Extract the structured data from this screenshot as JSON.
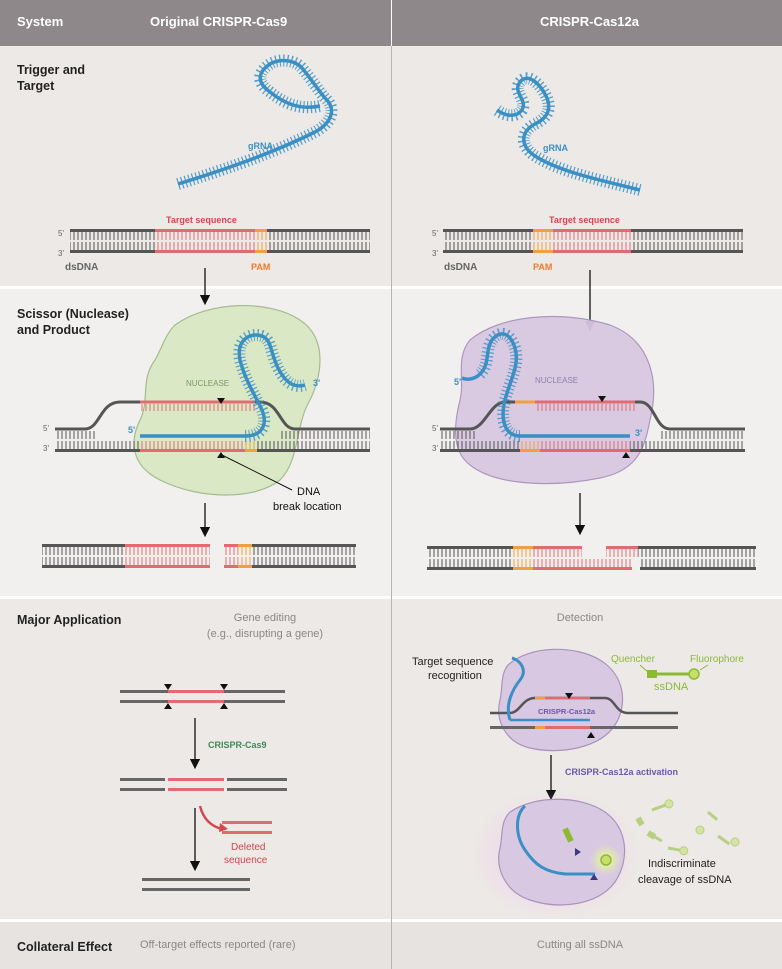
{
  "header": {
    "system": "System",
    "col1": "Original CRISPR-Cas9",
    "col2": "CRISPR-Cas12a"
  },
  "rows": {
    "trigger": "Trigger and Target",
    "scissor": "Scissor (Nuclease) and Product",
    "application": "Major Application",
    "collateral": "Collateral Effect"
  },
  "left": {
    "grna": "gRNA",
    "target_sequence": "Target sequence",
    "five_prime": "5'",
    "three_prime": "3'",
    "dsdna": "dsDNA",
    "pam": "PAM",
    "nuclease": "NUCLEASE",
    "dna_break_1": "DNA",
    "dna_break_2": "break location",
    "application": "Gene editing",
    "application_sub": "(e.g., disrupting a gene)",
    "cas9": "CRISPR-Cas9",
    "deleted_1": "Deleted",
    "deleted_2": "sequence",
    "collateral": "Off-target effects reported (rare)"
  },
  "right": {
    "grna": "gRNA",
    "target_sequence": "Target sequence",
    "five_prime": "5'",
    "three_prime": "3'",
    "dsdna": "dsDNA",
    "pam": "PAM",
    "nuclease": "NUCLEASE",
    "application": "Detection",
    "target_recognition_1": "Target sequence",
    "target_recognition_2": "recognition",
    "quencher": "Quencher",
    "fluorophore": "Fluorophore",
    "ssdna": "ssDNA",
    "cas12a_label": "CRISPR-Cas12a",
    "activation": "CRISPR-Cas12a activation",
    "cleavage_1": "Indiscriminate",
    "cleavage_2": "cleavage of ssDNA",
    "collateral": "Cutting all ssDNA"
  },
  "colors": {
    "header": "#8e888a",
    "row_bg": "#ece9e6",
    "row_bg_alt": "#f2f0ee",
    "grna": "#3a8fc4",
    "target": "#e06c72",
    "pam": "#f0a040",
    "dna": "#555555",
    "cas9_body": "#d9e8c4",
    "cas12_body": "#d8c8e2",
    "green_label": "#3f8a5a",
    "purple_label": "#6a5aa8",
    "deleted": "#d6464e",
    "fluor": "#a6cc3c"
  }
}
